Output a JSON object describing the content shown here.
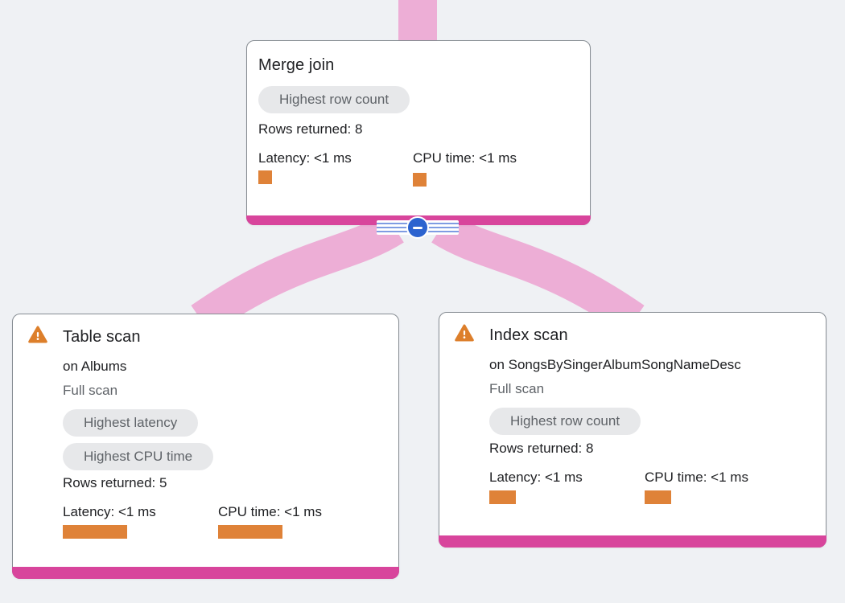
{
  "diagram": {
    "type": "query-execution-plan-tree",
    "edges": [
      {
        "from": "parent",
        "to": "merge_join"
      },
      {
        "from": "merge_join",
        "to": "table_scan"
      },
      {
        "from": "merge_join",
        "to": "index_scan"
      }
    ]
  },
  "nodes": {
    "merge_join": {
      "title": "Merge join",
      "badges": [
        "Highest row count"
      ],
      "rows_returned": "Rows returned: 8",
      "latency": "Latency: <1 ms",
      "cpu_time": "CPU time: <1 ms"
    },
    "table_scan": {
      "title": "Table scan",
      "subtitle": "on Albums",
      "scan_type": "Full scan",
      "badges": [
        "Highest latency",
        "Highest CPU time"
      ],
      "rows_returned": "Rows returned: 5",
      "latency": "Latency: <1 ms",
      "cpu_time": "CPU time: <1 ms"
    },
    "index_scan": {
      "title": "Index scan",
      "subtitle": "on SongsBySingerAlbumSongNameDesc",
      "scan_type": "Full scan",
      "badges": [
        "Highest row count"
      ],
      "rows_returned": "Rows returned: 8",
      "latency": "Latency: <1 ms",
      "cpu_time": "CPU time: <1 ms"
    }
  },
  "icons": {
    "warning": "warning-triangle-icon",
    "collapse": "minus-icon"
  },
  "colors": {
    "background": "#eff1f4",
    "card_border": "#878d93",
    "accent_pink_bar": "#d8459c",
    "edge_ribbon_pink": "#edaed6",
    "metric_bar_orange": "#df8238",
    "warning_orange": "#dd7f2b",
    "collapse_button_blue": "#2c63cf",
    "badge_background": "#e7e8ea",
    "text_primary": "#202124",
    "text_secondary": "#5f6368"
  }
}
